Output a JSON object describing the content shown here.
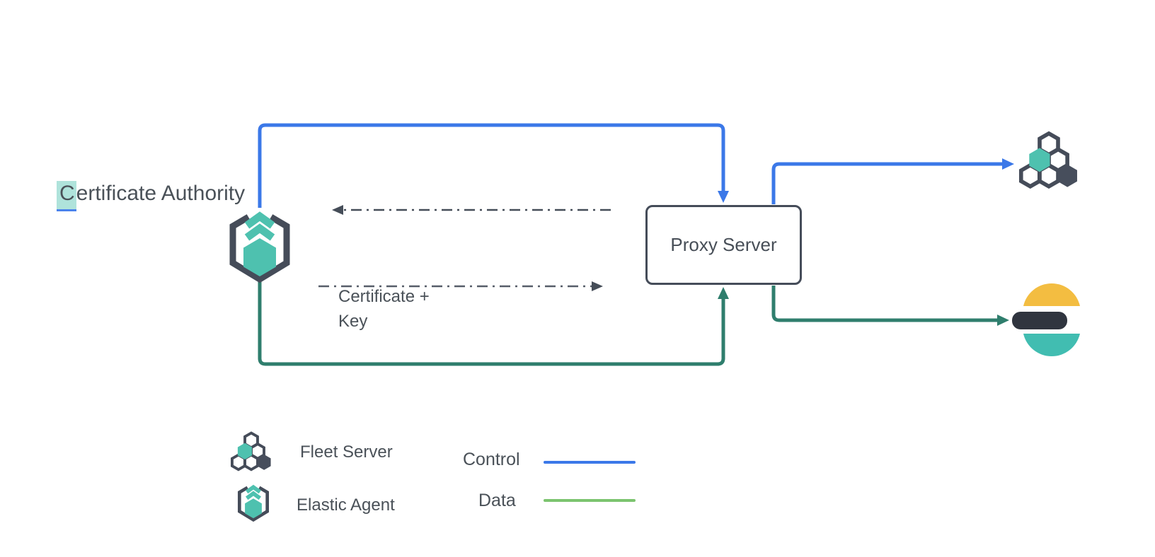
{
  "diagram": {
    "certificate_authority": {
      "selected_char": "C",
      "label_rest": "ertificate Authority"
    },
    "proxy_server": {
      "label": "Proxy Server"
    },
    "certificate_key": {
      "line1": "Certificate +",
      "line2": "Key"
    },
    "icons": {
      "left_node": "elastic-agent-icon",
      "top_right_node": "fleet-server-icon",
      "bottom_right_node": "elasticsearch-icon"
    }
  },
  "legend": {
    "items": [
      {
        "icon": "fleet-server-icon",
        "label": "Fleet Server"
      },
      {
        "icon": "elastic-agent-icon",
        "label": "Elastic Agent"
      }
    ],
    "lines": [
      {
        "label": "Control",
        "color": "#3B78E8"
      },
      {
        "label": "Data",
        "color": "#7CC46F"
      }
    ]
  },
  "colors": {
    "control_line": "#3B78E8",
    "data_line_diagram": "#2F7E6D",
    "data_line_legend": "#7CC46F",
    "slate": "#454C59",
    "teal": "#4EC1AF",
    "dashed_connector": "#4A515C",
    "elasticsearch_yellow": "#F3BD41",
    "elasticsearch_dark": "#30353F",
    "elasticsearch_teal": "#41BDB1",
    "selection_highlight": "#9ED4C6",
    "background": "#FFFFFF"
  }
}
